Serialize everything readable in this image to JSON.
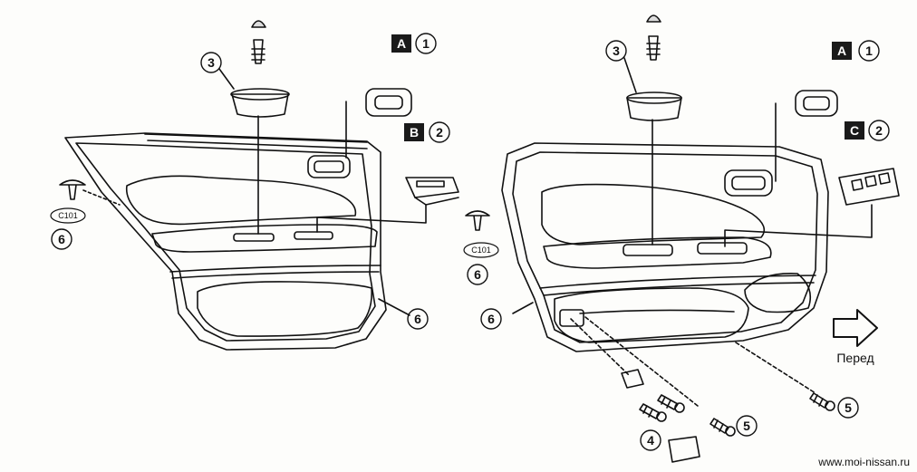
{
  "callouts": {
    "left_door": {
      "cap": "3",
      "handle_a": "1",
      "switch_b": "2",
      "clip": "6",
      "panel": "6",
      "letter_a": "A",
      "letter_b": "B",
      "clip_code": "C101"
    },
    "right_door": {
      "cap": "3",
      "handle_a": "1",
      "switch_c": "2",
      "clip": "6",
      "panel": "6",
      "bolt_lower_left": "4",
      "bolt_lower_mid": "5",
      "bolt_right": "5",
      "letter_a": "A",
      "letter_c": "C",
      "clip_code": "C101"
    }
  },
  "direction": {
    "label": "Перед"
  },
  "watermark": "www.moi-nissan.ru",
  "colors": {
    "ink": "#111111",
    "paper": "#fdfdfb",
    "box": "#1a1a1a"
  }
}
